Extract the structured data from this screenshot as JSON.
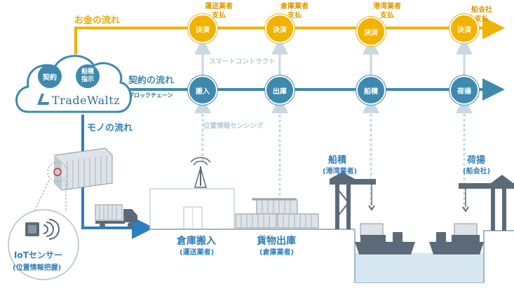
{
  "flows": {
    "money": "お金の流れ",
    "contract": "契約の流れ",
    "blockchain": "ブロックチェーン",
    "goods": "モノの流れ"
  },
  "money_nodes": [
    {
      "top_label": "運送業者\n支払",
      "circle": "決済"
    },
    {
      "top_label": "倉庫業者\n支払",
      "circle": "決済"
    },
    {
      "top_label": "港湾業者\n支払",
      "circle": "決済"
    },
    {
      "top_label": "船会社\n支払",
      "circle": "決済"
    }
  ],
  "contract_nodes": [
    "搬入",
    "出庫",
    "船積",
    "荷揚"
  ],
  "smart_contract": "スマートコントラクト",
  "location_sensing": "位置情報センシング",
  "cloud": {
    "btn1": "契約",
    "btn2": "船積\n指示",
    "logo": "TradeWaltz"
  },
  "iot": {
    "title": "IoTセンサー",
    "subtitle": "(位置情報把握)"
  },
  "stages": {
    "warehouse_in": {
      "title": "倉庫搬入",
      "sub": "(運送業者)"
    },
    "cargo_out": {
      "title": "貨物出庫",
      "sub": "(倉庫業者)"
    },
    "loading": {
      "title": "船積",
      "sub": "(港湾業者)"
    },
    "unloading": {
      "title": "荷揚",
      "sub": "(船会社)"
    }
  },
  "colors": {
    "money": "#F2B200",
    "contract": "#3E8AAE",
    "goods": "#2E7FBF",
    "faint": "#C9D8E3"
  }
}
